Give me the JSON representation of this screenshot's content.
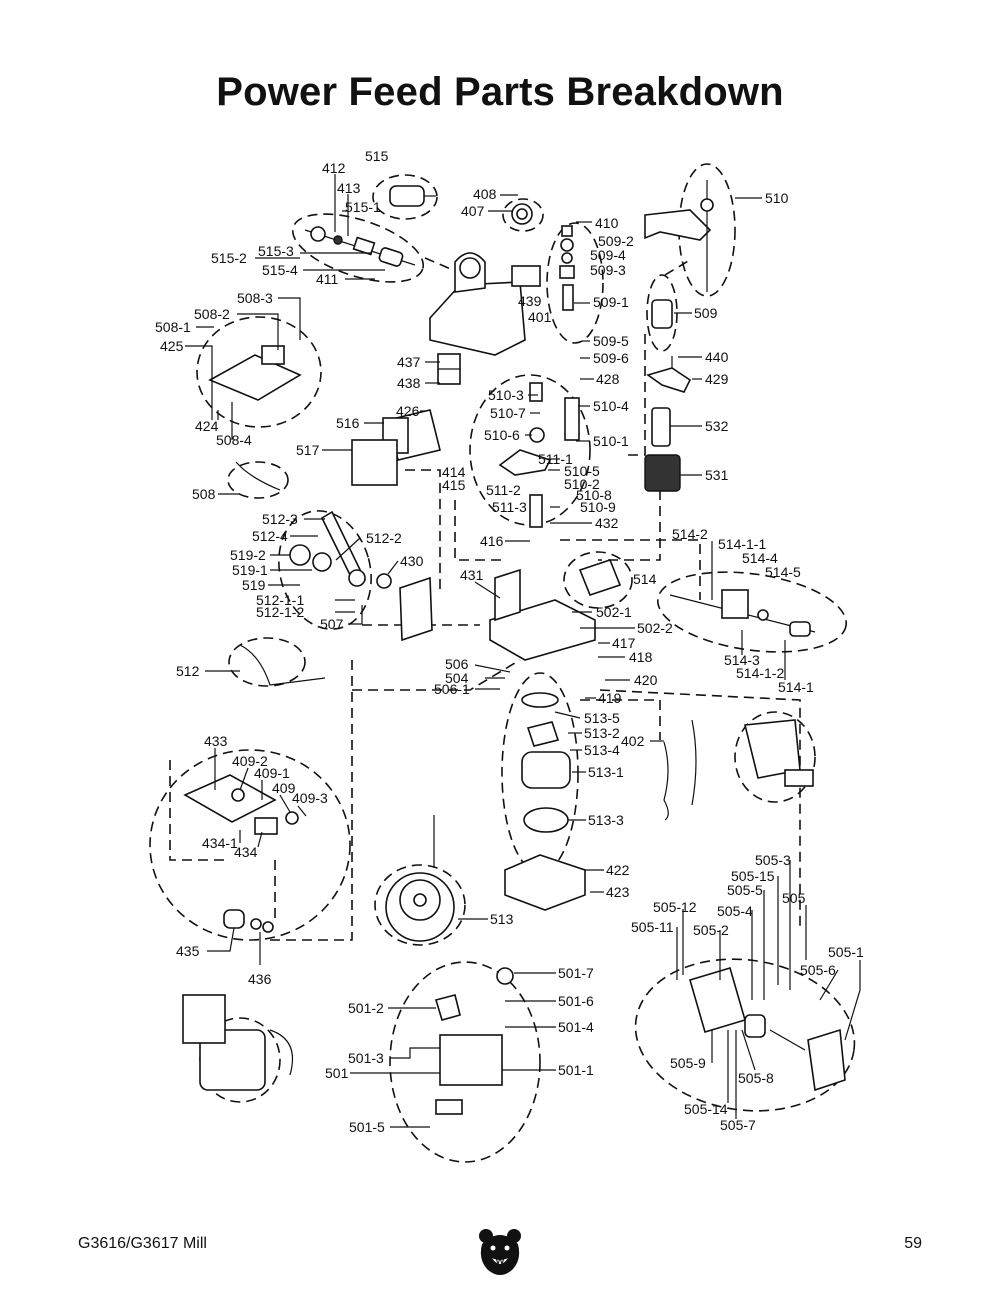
{
  "page": {
    "title": "Power Feed Parts Breakdown",
    "footer_model": "G3616/G3617 Mill",
    "page_number": "59",
    "logo_icon": "bear-head-icon"
  },
  "labels": [
    "515",
    "412",
    "413",
    "515-1",
    "408",
    "407",
    "410",
    "509-2",
    "509-4",
    "509-3",
    "510",
    "515-3",
    "515-2",
    "515-4",
    "411",
    "439",
    "401",
    "509-1",
    "509",
    "508-3",
    "508-2",
    "508-1",
    "425",
    "509-5",
    "509-6",
    "440",
    "437",
    "428",
    "429",
    "438",
    "510-3",
    "510-4",
    "510-7",
    "426",
    "516",
    "510-6",
    "510-1",
    "532",
    "424",
    "508-4",
    "517",
    "511-1",
    "510-5",
    "414",
    "415",
    "510-2",
    "511-2",
    "510-8",
    "531",
    "508",
    "510-9",
    "511-3",
    "512-3",
    "432",
    "512-4",
    "512-2",
    "416",
    "514-2",
    "514-1-1",
    "519-2",
    "519-1",
    "430",
    "514-4",
    "514-5",
    "519",
    "431",
    "514",
    "512-1-1",
    "512-1-2",
    "502-1",
    "507",
    "502-2",
    "417",
    "418",
    "512",
    "506",
    "504",
    "420",
    "506-1",
    "514-3",
    "514-1-2",
    "514-1",
    "419",
    "513-5",
    "433",
    "513-2",
    "402",
    "409-2",
    "513-4",
    "409-1",
    "409",
    "409-3",
    "513-1",
    "513-3",
    "434-1",
    "434",
    "505-3",
    "505-15",
    "422",
    "505-5",
    "423",
    "505",
    "505-12",
    "505-4",
    "505-11",
    "505-2",
    "513",
    "435",
    "436",
    "505-1",
    "505-6",
    "501-7",
    "501-6",
    "501-2",
    "501-4",
    "501-3",
    "501",
    "501-1",
    "505-9",
    "505-8",
    "501-5",
    "505-14",
    "505-7"
  ]
}
